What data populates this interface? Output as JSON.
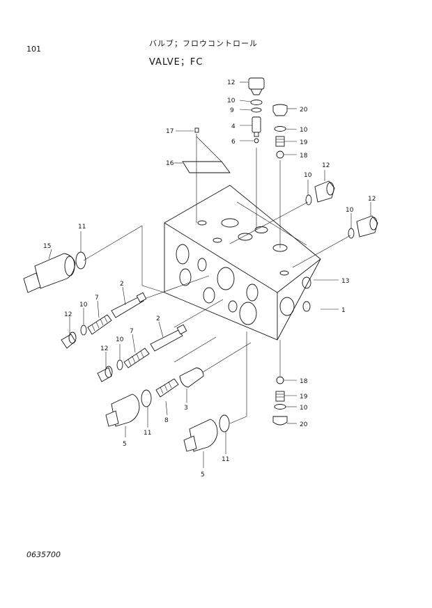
{
  "header": {
    "page_number": "101",
    "title_japanese": "バルブ；フロウコントロール",
    "title_english": "VALVE；FC"
  },
  "footer": {
    "drawing_number": "0635700"
  },
  "callouts": {
    "c1": "1",
    "c2a": "2",
    "c2b": "2",
    "c3": "3",
    "c4": "4",
    "c5a": "5",
    "c5b": "5",
    "c6": "6",
    "c7a": "7",
    "c7b": "7",
    "c8": "8",
    "c9": "9",
    "c10a": "10",
    "c10b": "10",
    "c10c": "10",
    "c10d": "10",
    "c10e": "10",
    "c10f": "10",
    "c10g": "10",
    "c11a": "11",
    "c11b": "11",
    "c11c": "11",
    "c12a": "12",
    "c12b": "12",
    "c12c": "12",
    "c12d": "12",
    "c12e": "12",
    "c13": "13",
    "c15": "15",
    "c16": "16",
    "c17": "17",
    "c18a": "18",
    "c18b": "18",
    "c19a": "19",
    "c19b": "19",
    "c20a": "20",
    "c20b": "20"
  }
}
